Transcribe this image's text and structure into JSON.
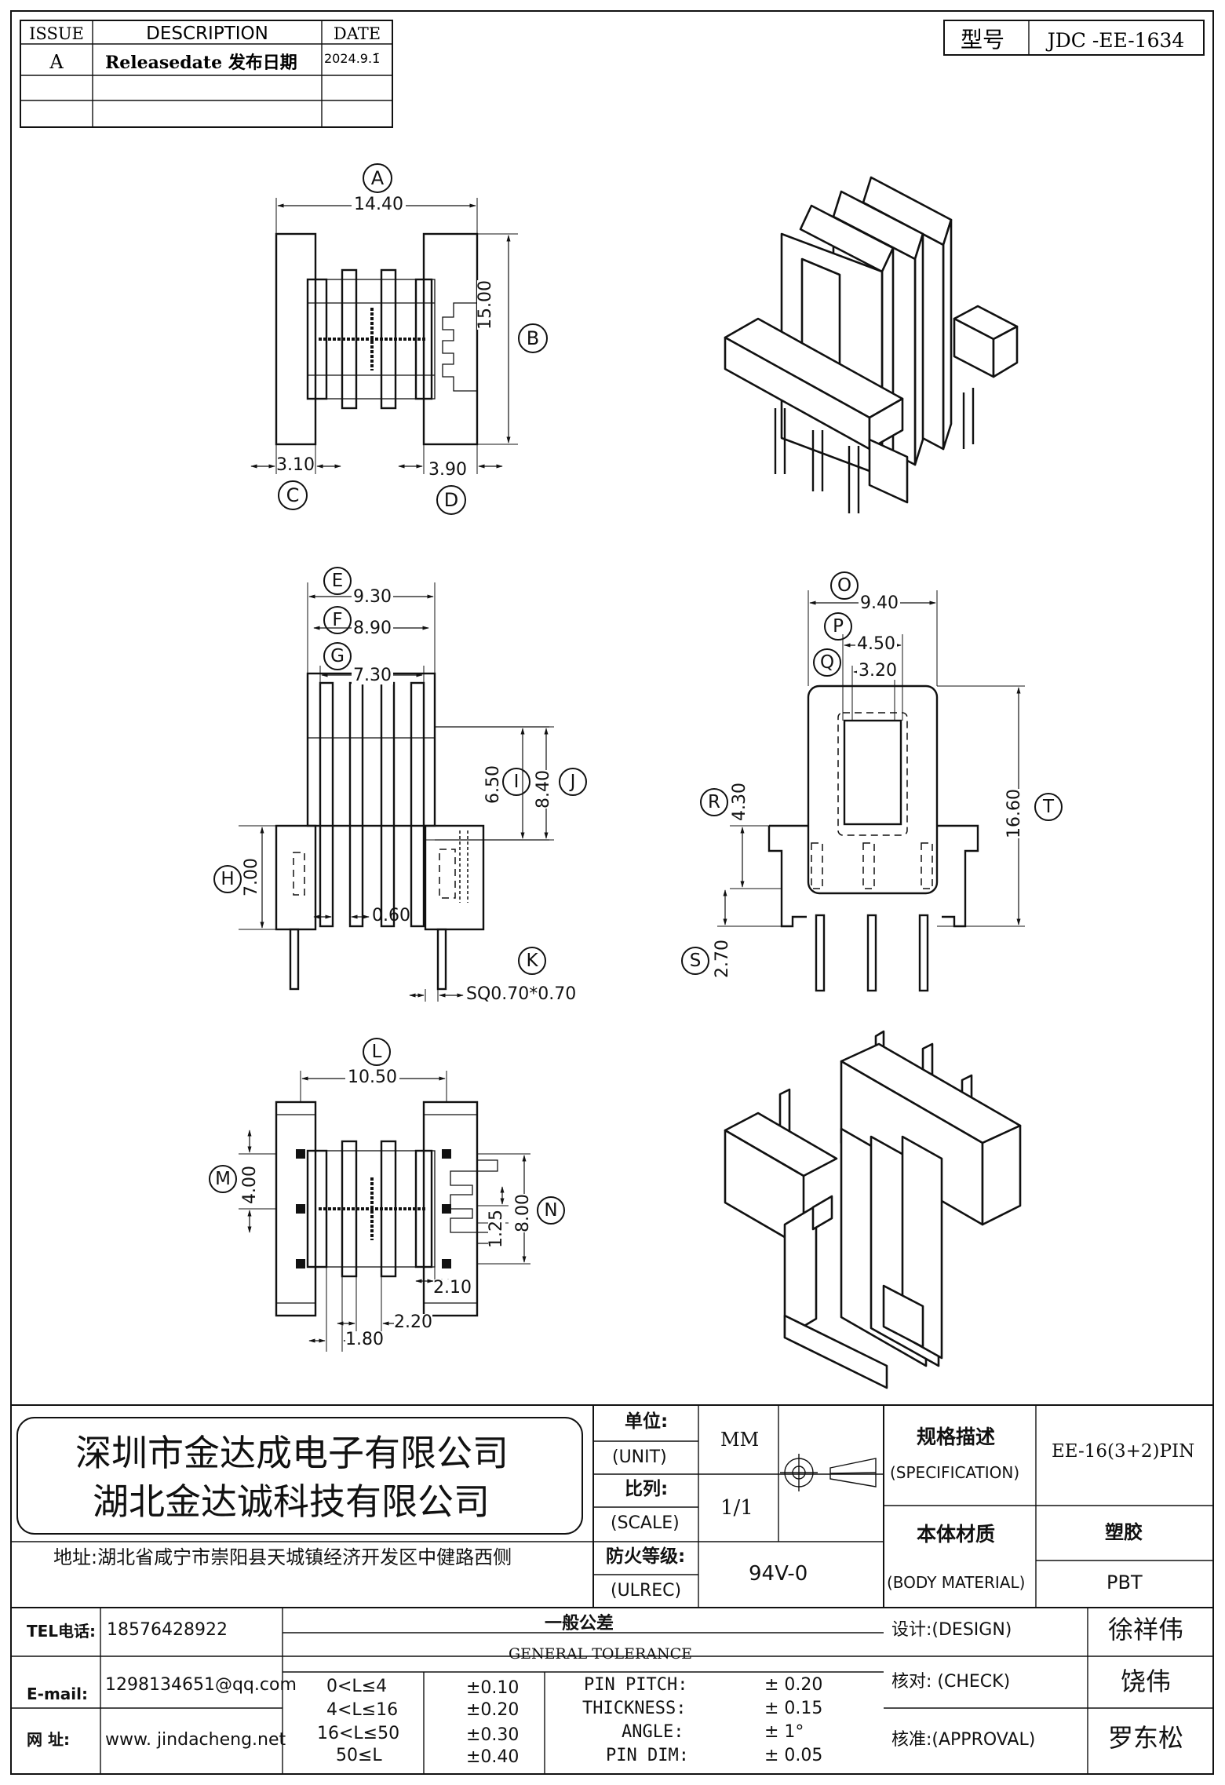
{
  "revision_table": {
    "headers": [
      "ISSUE",
      "DESCRIPTION",
      "DATE"
    ],
    "rows": [
      {
        "issue": "A",
        "description": "Releasedate 发布日期",
        "date": "2024.9.1̄"
      },
      {
        "issue": "",
        "description": "",
        "date": ""
      },
      {
        "issue": "",
        "description": "",
        "date": ""
      }
    ]
  },
  "model": {
    "label": "型号",
    "value": "JDC -EE-1634"
  },
  "dimensions": {
    "top_view": {
      "A": {
        "letter": "A",
        "value": "14.40"
      },
      "B": {
        "letter": "B",
        "value": "15.00"
      },
      "C": {
        "letter": "C",
        "value": "3.10"
      },
      "D": {
        "letter": "D",
        "value": "3.90"
      }
    },
    "side_view": {
      "E": {
        "letter": "E",
        "value": "9.30"
      },
      "F": {
        "letter": "F",
        "value": "8.90"
      },
      "G": {
        "letter": "G",
        "value": "7.30"
      },
      "I": {
        "letter": "I",
        "value": "6.50"
      },
      "J": {
        "letter": "J",
        "value": "8.40"
      },
      "H": {
        "letter": "H",
        "value": "7.00"
      },
      "flange": {
        "value": "0.60"
      },
      "K": {
        "letter": "K",
        "value": "SQ0.70*0.70"
      }
    },
    "front_view": {
      "O": {
        "letter": "O",
        "value": "9.40"
      },
      "P": {
        "letter": "P",
        "value": "4.50"
      },
      "Q": {
        "letter": "Q",
        "value": "3.20"
      },
      "R": {
        "letter": "R",
        "value": "4.30"
      },
      "T": {
        "letter": "T",
        "value": "16.60"
      },
      "S": {
        "letter": "S",
        "value": "2.70"
      }
    },
    "bottom_view": {
      "L": {
        "letter": "L",
        "value": "10.50"
      },
      "M": {
        "letter": "M",
        "value": "4.00"
      },
      "N": {
        "letter": "N",
        "value": "8.00"
      },
      "pitch": {
        "value": "1.25"
      },
      "d210": {
        "value": "2.10"
      },
      "d220": {
        "value": "2.20"
      },
      "d180": {
        "value": "1.80"
      }
    }
  },
  "company": {
    "name1": "深圳市金达成电子有限公司",
    "name2": "湖北金达诚科技有限公司",
    "address": "地址:湖北省咸宁市崇阳县天城镇经济开发区中健路西侧"
  },
  "spec_block": {
    "unit_cn": "单位:",
    "unit_en": "(UNIT)",
    "unit_value": "MM",
    "scale_cn": "比列:",
    "scale_en": "(SCALE)",
    "scale_value": "1/1",
    "ulrec_cn": "防火等级:",
    "ulrec_en": "(ULREC)",
    "ulrec_value": "94V-0",
    "spec_cn": "规格描述",
    "spec_en": "(SPECIFICATION)",
    "spec_value": "EE-16(3+2)PIN",
    "material_cn": "本体材质",
    "material_en": "(BODY MATERIAL)",
    "material_value_cn": "塑胶",
    "material_value_en": "PBT"
  },
  "contact": {
    "tel_label": "TEL电话:",
    "tel": "18576428922",
    "email_label": "E-mail:",
    "email": "1298134651@qq.com",
    "web_label": "网  址:",
    "web": "www. jindacheng.net"
  },
  "tolerance": {
    "title_cn": "一般公差",
    "title_en": "GENERAL TOLERANCE",
    "rows": [
      {
        "range": "0<L≤4",
        "tol": "±0.10",
        "name": "PIN PITCH:",
        "value": "±  0.20"
      },
      {
        "range": "4<L≤16",
        "tol": "±0.20",
        "name": "THICKNESS:",
        "value": "±  0.15"
      },
      {
        "range": "16<L≤50",
        "tol": "±0.30",
        "name": "ANGLE:",
        "value": "±  1°"
      },
      {
        "range": "50≤L",
        "tol": "±0.40",
        "name": "PIN DIM:",
        "value": "±  0.05"
      }
    ]
  },
  "signoff": {
    "design_label": "设计:(DESIGN)",
    "design_name": "徐祥伟",
    "check_label": "核对: (CHECK)",
    "check_name": "饶伟",
    "approval_label": "核准:(APPROVAL)",
    "approval_name": "罗东松"
  }
}
